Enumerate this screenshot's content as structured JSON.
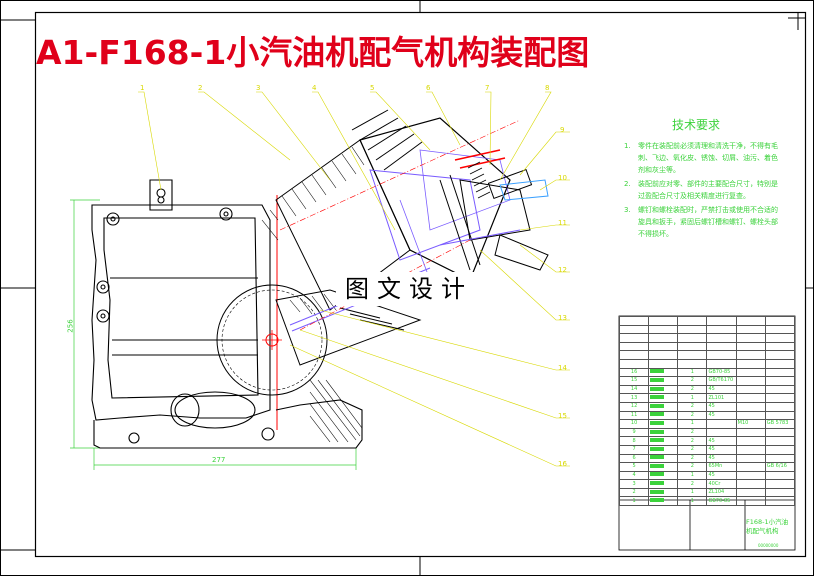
{
  "title": "A1-F168-1小汽油机配气机构装配图",
  "watermark": "图文设计",
  "technical_requirements": {
    "heading": "技术要求",
    "items": [
      {
        "num": "1.",
        "text": "零件在装配前必须清理和清洗干净，不得有毛刺、飞边、氧化皮、锈蚀、切屑、油污、着色剂和灰尘等。"
      },
      {
        "num": "2.",
        "text": "装配前应对零、部件的主要配合尺寸，特别是过盈配合尺寸及相关精度进行复查。"
      },
      {
        "num": "3.",
        "text": "螺钉和螺栓装配时，严禁打击或使用不合适的旋具和扳手，紧固后螺钉槽和螺钉、螺栓头部不得损坏。"
      }
    ]
  },
  "dimensions": {
    "width": "277",
    "height": "256"
  },
  "callouts": [
    "1",
    "2",
    "3",
    "4",
    "5",
    "6",
    "7",
    "8",
    "9",
    "10",
    "11",
    "12",
    "13",
    "14",
    "15",
    "16"
  ],
  "bom": {
    "rows": [
      {
        "no": "16",
        "qty": "1",
        "spec": "GB70-85"
      },
      {
        "no": "15",
        "qty": "2",
        "spec": "GB/T6170"
      },
      {
        "no": "14",
        "qty": "2",
        "spec": "45"
      },
      {
        "no": "13",
        "qty": "1",
        "spec": "ZL101"
      },
      {
        "no": "12",
        "qty": "2",
        "spec": "45"
      },
      {
        "no": "11",
        "qty": "2",
        "spec": "45"
      },
      {
        "no": "10",
        "qty": "1",
        "spec": "",
        "spec2": "M10",
        "remark": "GB 5783"
      },
      {
        "no": "9",
        "qty": "2",
        "spec": ""
      },
      {
        "no": "8",
        "qty": "2",
        "spec": "45"
      },
      {
        "no": "7",
        "qty": "2",
        "spec": "45"
      },
      {
        "no": "6",
        "qty": "2",
        "spec": "45"
      },
      {
        "no": "5",
        "qty": "2",
        "spec": "65Mn",
        "remark": "GB 6/16"
      },
      {
        "no": "4",
        "qty": "1",
        "spec": "45"
      },
      {
        "no": "3",
        "qty": "2",
        "spec": "40Cr"
      },
      {
        "no": "2",
        "qty": "1",
        "spec": "ZL104"
      },
      {
        "no": "1",
        "qty": "1",
        "spec": "GB70-85"
      }
    ]
  },
  "title_block": {
    "name": "F168-1小汽油机配气机构",
    "code": "00000000"
  },
  "colors": {
    "title": "#e0001a",
    "annotation": "#3bd23b",
    "callout": "#d8d800",
    "section": "#ff0000",
    "part": "#7a5cff",
    "hatch": "#000000"
  }
}
